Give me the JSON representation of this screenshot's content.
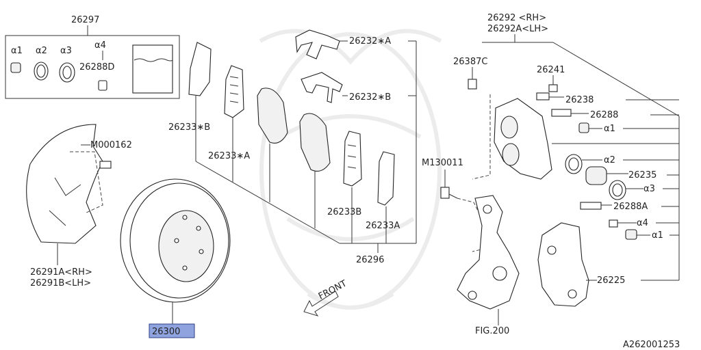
{
  "labels": {
    "kit_26297": "26297",
    "a1_kit": "α1",
    "a2_kit": "α2",
    "a3_kit": "α3",
    "a4_kit": "α4",
    "p26288D": "26288D",
    "p26232A": "26232∗A",
    "p26232B": "26232∗B",
    "p26233B_star": "26233∗B",
    "p26233A_star": "26233∗A",
    "p26233B": "26233B",
    "p26233A": "26233A",
    "p26296": "26296",
    "m000162": "M000162",
    "p26291A": "26291A<RH>",
    "p26291B": "26291B<LH>",
    "p26300": "26300",
    "front": "FRONT",
    "m130011": "M130011",
    "p26292": "26292 <RH>",
    "p26292A": "26292A<LH>",
    "p26387C": "26387C",
    "p26241": "26241",
    "p26238": "26238",
    "p26288": "26288",
    "a1_right": "α1",
    "a2_right": "α2",
    "p26235": "26235",
    "a3_right": "α3",
    "p26288A": "26288A",
    "a4_right": "α4",
    "a1_bottom": "α1",
    "p26225": "26225",
    "fig200": "FIG.200",
    "code": "A262001253"
  },
  "colors": {
    "highlight_fill": "#8fa3df",
    "highlight_border": "#2c3f86",
    "line": "#333333"
  }
}
